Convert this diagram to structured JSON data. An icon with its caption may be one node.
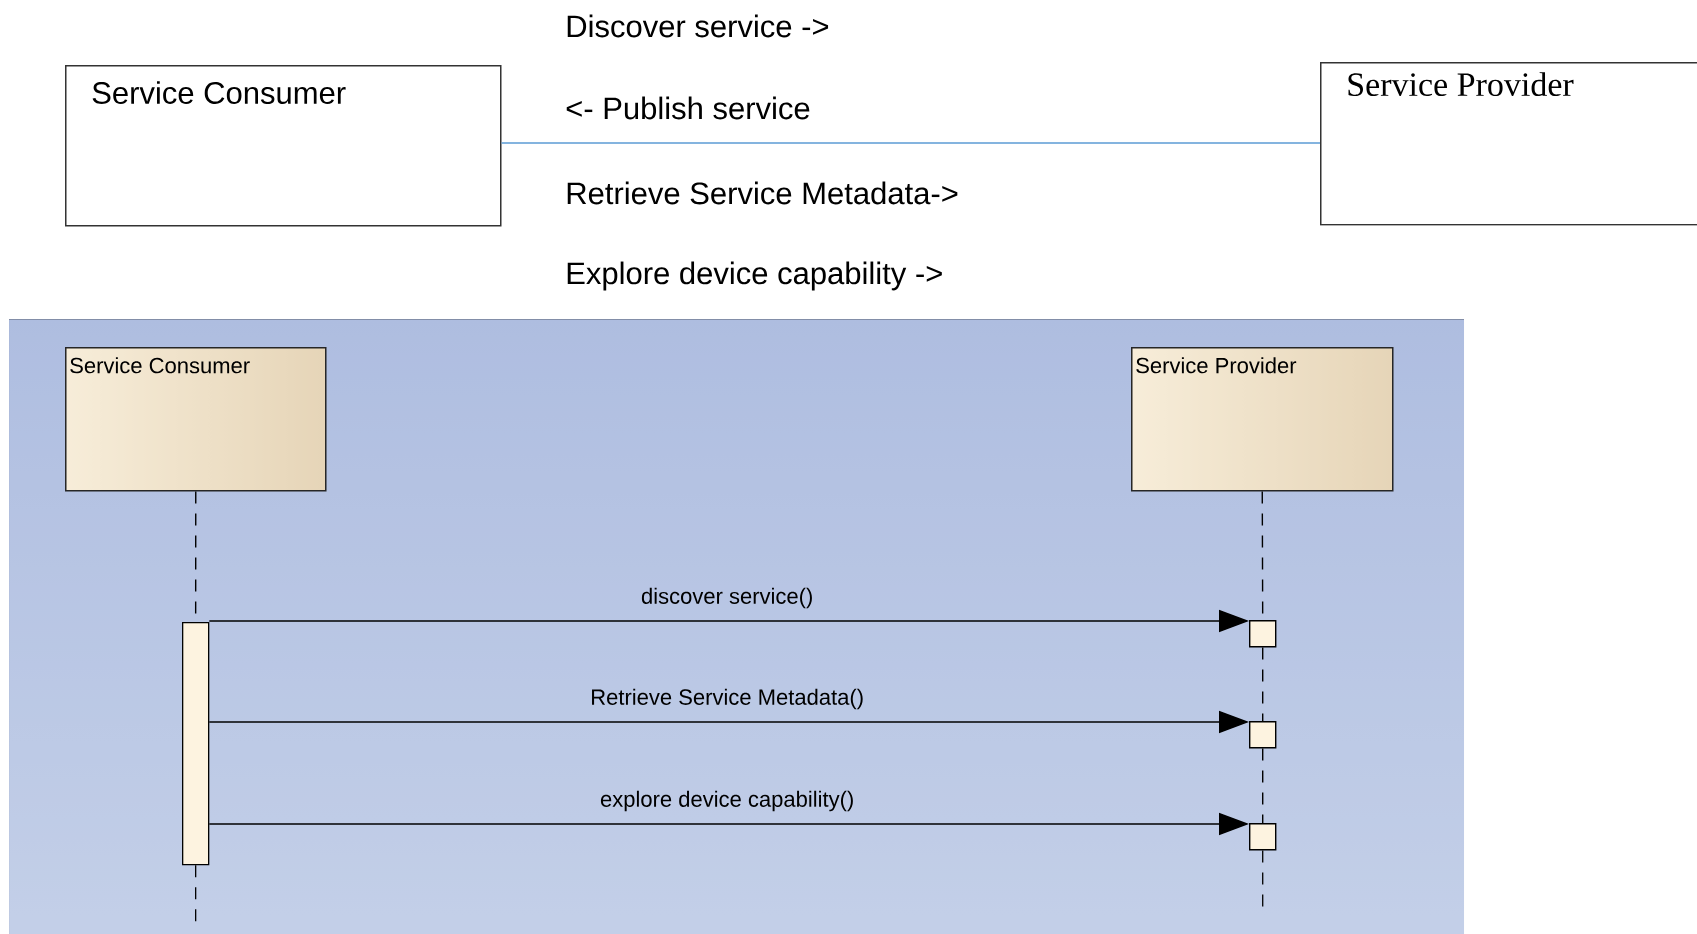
{
  "diagram": {
    "nodes": [
      {
        "text": [
          "Service Consumer"
        ]
      },
      {
        "text": [
          "Service Provider"
        ]
      },
      {
        "text": [
          "Service Consumer"
        ]
      },
      {
        "text": [
          "Service Provider"
        ]
      },
      {
        "text": [],
        "shape": "bar"
      },
      {
        "text": [],
        "shape": "box"
      },
      {
        "text": [],
        "shape": "box"
      },
      {
        "text": [],
        "shape": "box"
      }
    ],
    "edges": [
      {
        "from": 0,
        "to": 1,
        "arrow": "none",
        "color": "#5b9bd5"
      },
      {
        "from": 2,
        "to": 4,
        "arrow": "none",
        "style": "dashed"
      },
      {
        "from": 3,
        "to": 5,
        "arrow": "none",
        "style": "dashed"
      },
      {
        "from": 5,
        "to": 6,
        "arrow": "none",
        "style": "dashed"
      },
      {
        "from": 6,
        "to": 7,
        "arrow": "none",
        "style": "dashed"
      },
      {
        "from": 4,
        "to": 5,
        "arrow": "to",
        "label": "discover service()"
      },
      {
        "from": 4,
        "to": 6,
        "arrow": "to",
        "label": "Retrieve Service Metadata()"
      },
      {
        "from": 4,
        "to": 7,
        "arrow": "to",
        "label": "explore device capability()"
      }
    ],
    "labels": [
      "Discover service ->",
      "<- Publish service",
      "Retrieve Service Metadata->",
      "Explore device capability ->"
    ]
  }
}
